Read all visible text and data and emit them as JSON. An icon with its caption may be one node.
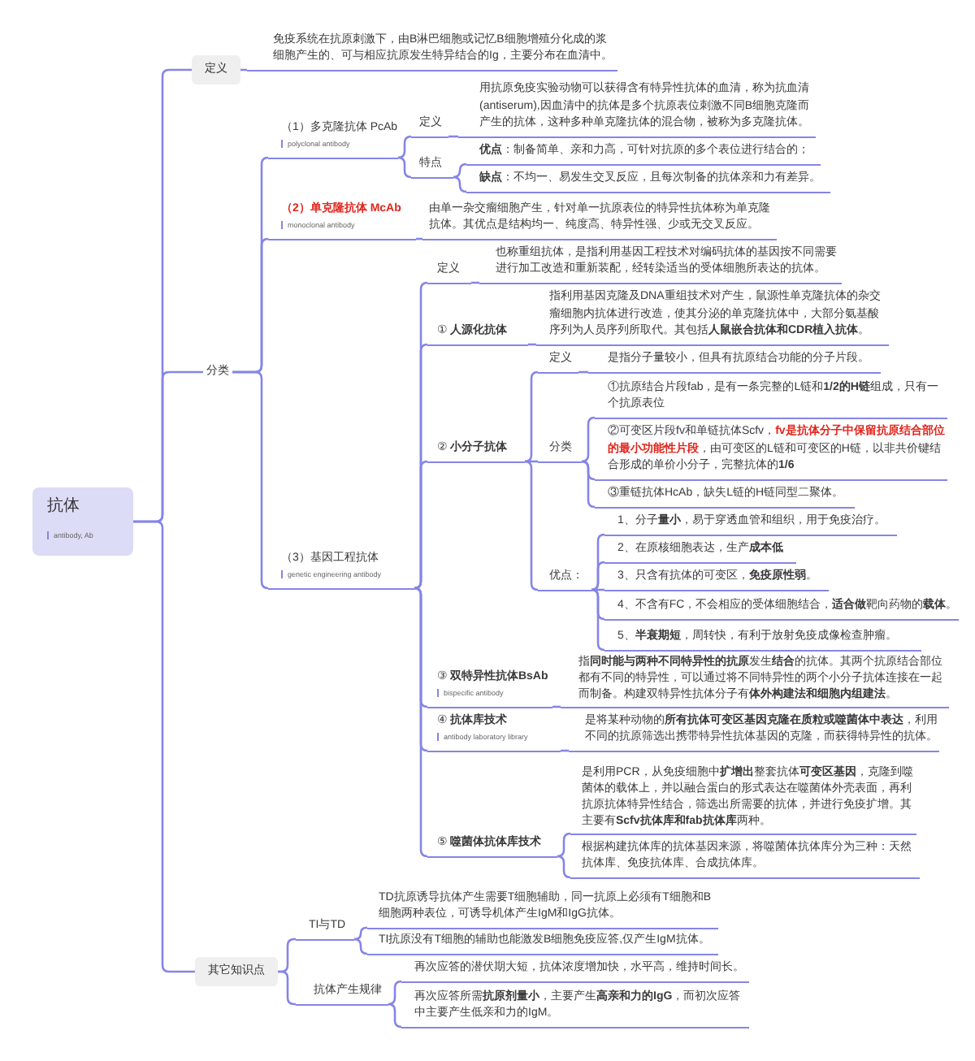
{
  "diagram": {
    "nodes": [
      {
        "text": [
          "抗体",
          "antibody, Ab"
        ]
      },
      {
        "text": [
          "定义"
        ]
      },
      {
        "text": [
          "免疫系统在抗原刺激下，由B淋巴细胞或记忆B细胞增殖分化成的浆细胞产生的、可与相应抗原发生特异结合的Ig，主要分布在血清中。"
        ]
      },
      {
        "text": [
          "分类"
        ]
      },
      {
        "text": [
          "（1）多克隆抗体 PcAb",
          "polyclonal antibody"
        ]
      },
      {
        "text": [
          "定义"
        ]
      },
      {
        "text": [
          "用抗原免疫实验动物可以获得含有特异性抗体的血清，称为抗血清(antiserum),因血清中的抗体是多个抗原表位刺激不同B细胞克隆而产生的抗体，这种多种单克隆抗体的混合物，被称为多克隆抗体。"
        ]
      },
      {
        "text": [
          "特点"
        ]
      },
      {
        "text": [
          "**优点**：制备简单、亲和力高，可针对抗原的多个表位进行结合的；"
        ]
      },
      {
        "text": [
          "**缺点**：不均一、易发生交叉反应，且每次制备的抗体亲和力有差异。"
        ]
      },
      {
        "text": [
          "（2）单克隆抗体 McAb",
          "monoclonal antibody"
        ]
      },
      {
        "text": [
          "由单一杂交瘤细胞产生，针对单一抗原表位的特异性抗体称为单克隆抗体。其优点是结构均一、纯度高、特异性强、少或无交叉反应。"
        ]
      },
      {
        "text": [
          "（3）基因工程抗体",
          "genetic engineering antibody"
        ]
      },
      {
        "text": [
          "定义"
        ]
      },
      {
        "text": [
          "也称重组抗体，是指利用基因工程技术对编码抗体的基因按不同需要进行加工改造和重新装配，经转染适当的受体细胞所表达的抗体。"
        ]
      },
      {
        "text": [
          "① **人源化抗体**"
        ]
      },
      {
        "text": [
          "指利用基因克隆及DNA重组技术对产生，鼠源性单克隆抗体的杂交瘤细胞内抗体进行改造，使其分泌的单克隆抗体中，大部分氨基酸序列为人员序列所取代。其包括**人鼠嵌合抗体和CDR植入抗体**。"
        ]
      },
      {
        "text": [
          "② **小分子抗体**"
        ]
      },
      {
        "text": [
          "定义"
        ]
      },
      {
        "text": [
          "是指分子量较小，但具有抗原结合功能的分子片段。"
        ]
      },
      {
        "text": [
          "分类"
        ]
      },
      {
        "text": [
          "①抗原结合片段fab，是有一条完整的L链和**1/2的H链**组成，只有一个抗原表位"
        ]
      },
      {
        "text": [
          "②可变区片段fv和单链抗体Scfv，**fv是抗体分子中保留抗原结合部位的最小功能性片段**，由可变区的L链和可变区的H链，以非共价键结合形成的单价小分子，完整抗体的**1/6**"
        ]
      },
      {
        "text": [
          "③重链抗体HcAb，缺失L链的H链同型二聚体。"
        ]
      },
      {
        "text": [
          "优点："
        ]
      },
      {
        "text": [
          "1、分子**量小**，易于穿透血管和组织，用于免疫治疗。"
        ]
      },
      {
        "text": [
          "2、在原核细胞表达，生产**成本低**"
        ]
      },
      {
        "text": [
          "3、只含有抗体的可变区，**免疫原性弱**。"
        ]
      },
      {
        "text": [
          "4、不含有FC，不会相应的受体细胞结合，**适合做**靶向药物的**载体**。"
        ]
      },
      {
        "text": [
          "5、**半衰期短**，周转快，有利于放射免疫成像检查肿瘤。"
        ]
      },
      {
        "text": [
          "③ **双特异性抗体BsAb**",
          "bispecific antibody"
        ]
      },
      {
        "text": [
          "指**同时能与两种不同特异性的抗原**发生**结合**的抗体。其两个抗原结合部位都有不同的特异性，可以通过将不同特异性的两个小分子抗体连接在一起而制备。构建双特异性抗体分子有**体外构建法和细胞内组建法**。"
        ]
      },
      {
        "text": [
          "④ **抗体库技术**",
          "antibody laboratory library"
        ]
      },
      {
        "text": [
          "是将某种动物的**所有抗体可变区基因克隆在质粒或噬菌体中表达**，利用不同的抗原筛选出携带特异性抗体基因的克隆，而获得特异性的抗体。"
        ]
      },
      {
        "text": [
          "⑤ **噬菌体抗体库技术**"
        ]
      },
      {
        "text": [
          "是利用PCR，从免疫细胞中**扩增出**整套抗体**可变区基因**，克隆到噬菌体的载体上，并以融合蛋白的形式表达在噬菌体外壳表面，再利抗原抗体特异性结合，筛选出所需要的抗体，并进行免疫扩增。其主要有**Scfv抗体库和fab抗体库**两种。"
        ]
      },
      {
        "text": [
          "根据构建抗体库的抗体基因来源，将噬菌体抗体库分为三种：天然抗体库、免疫抗体库、合成抗体库。"
        ]
      },
      {
        "text": [
          "其它知识点"
        ]
      },
      {
        "text": [
          "TI与TD"
        ]
      },
      {
        "text": [
          "TD抗原诱导抗体产生需要T细胞辅助，同一抗原上必须有T细胞和B细胞两种表位，可诱导机体产生IgM和IgG抗体。"
        ]
      },
      {
        "text": [
          "TI抗原没有T细胞的辅助也能激发B细胞免疫应答,仅产生IgM抗体。"
        ]
      },
      {
        "text": [
          "抗体产生规律"
        ]
      },
      {
        "text": [
          "再次应答的潜伏期大短，抗体浓度增加快，水平高，维持时间长。"
        ]
      },
      {
        "text": [
          "再次应答所需**抗原剂量小**，主要产生**高亲和力的IgG**，而初次应答中主要产生低亲和力的IgM。"
        ]
      }
    ],
    "edges": [
      {
        "from": 0,
        "to": 1,
        "arrow": "none"
      },
      {
        "from": 0,
        "to": 3,
        "arrow": "none"
      },
      {
        "from": 0,
        "to": 37,
        "arrow": "none"
      },
      {
        "from": 1,
        "to": 2,
        "arrow": "none"
      },
      {
        "from": 3,
        "to": 4,
        "arrow": "none"
      },
      {
        "from": 3,
        "to": 10,
        "arrow": "none"
      },
      {
        "from": 3,
        "to": 12,
        "arrow": "none"
      },
      {
        "from": 4,
        "to": 5,
        "arrow": "none"
      },
      {
        "from": 4,
        "to": 7,
        "arrow": "none"
      },
      {
        "from": 5,
        "to": 6,
        "arrow": "none"
      },
      {
        "from": 7,
        "to": 8,
        "arrow": "none"
      },
      {
        "from": 7,
        "to": 9,
        "arrow": "none"
      },
      {
        "from": 10,
        "to": 11,
        "arrow": "none"
      },
      {
        "from": 12,
        "to": 13,
        "arrow": "none"
      },
      {
        "from": 12,
        "to": 15,
        "arrow": "none"
      },
      {
        "from": 12,
        "to": 17,
        "arrow": "none"
      },
      {
        "from": 12,
        "to": 30,
        "arrow": "none"
      },
      {
        "from": 12,
        "to": 32,
        "arrow": "none"
      },
      {
        "from": 12,
        "to": 34,
        "arrow": "none"
      },
      {
        "from": 13,
        "to": 14,
        "arrow": "none"
      },
      {
        "from": 15,
        "to": 16,
        "arrow": "none"
      },
      {
        "from": 17,
        "to": 18,
        "arrow": "none"
      },
      {
        "from": 17,
        "to": 20,
        "arrow": "none"
      },
      {
        "from": 17,
        "to": 24,
        "arrow": "none"
      },
      {
        "from": 18,
        "to": 19,
        "arrow": "none"
      },
      {
        "from": 20,
        "to": 21,
        "arrow": "none"
      },
      {
        "from": 20,
        "to": 22,
        "arrow": "none"
      },
      {
        "from": 20,
        "to": 23,
        "arrow": "none"
      },
      {
        "from": 24,
        "to": 25,
        "arrow": "none"
      },
      {
        "from": 24,
        "to": 26,
        "arrow": "none"
      },
      {
        "from": 24,
        "to": 27,
        "arrow": "none"
      },
      {
        "from": 24,
        "to": 28,
        "arrow": "none"
      },
      {
        "from": 24,
        "to": 29,
        "arrow": "none"
      },
      {
        "from": 30,
        "to": 31,
        "arrow": "none"
      },
      {
        "from": 32,
        "to": 33,
        "arrow": "none"
      },
      {
        "from": 34,
        "to": 35,
        "arrow": "none"
      },
      {
        "from": 34,
        "to": 36,
        "arrow": "none"
      },
      {
        "from": 37,
        "to": 38,
        "arrow": "none"
      },
      {
        "from": 37,
        "to": 41,
        "arrow": "none"
      },
      {
        "from": 38,
        "to": 39,
        "arrow": "none"
      },
      {
        "from": 38,
        "to": 40,
        "arrow": "none"
      },
      {
        "from": 41,
        "to": 42,
        "arrow": "none"
      },
      {
        "from": 41,
        "to": 43,
        "arrow": "none"
      }
    ]
  }
}
